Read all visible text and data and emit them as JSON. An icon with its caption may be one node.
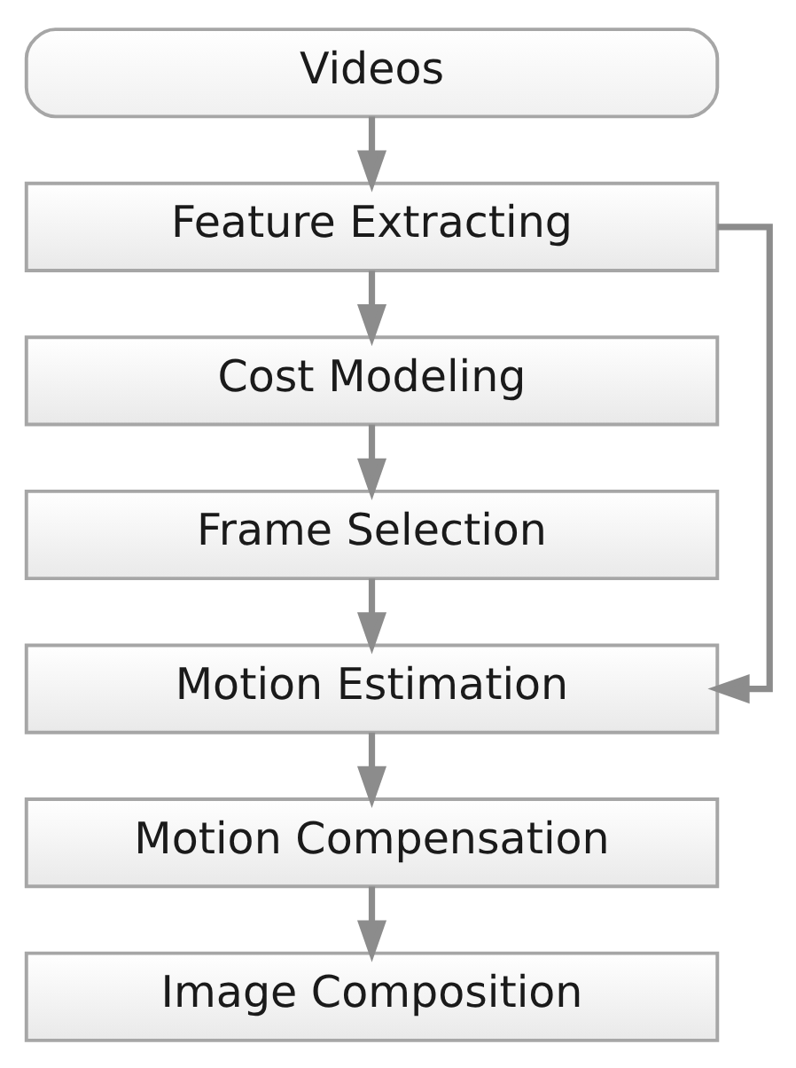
{
  "diagram": {
    "nodes": [
      {
        "text": [
          "Videos"
        ]
      },
      {
        "text": [
          "Feature Extracting"
        ]
      },
      {
        "text": [
          "Cost Modeling"
        ]
      },
      {
        "text": [
          "Frame Selection"
        ]
      },
      {
        "text": [
          "Motion Estimation"
        ]
      },
      {
        "text": [
          "Motion Compensation"
        ]
      },
      {
        "text": [
          "Image Composition"
        ]
      }
    ],
    "edges": [
      {
        "from": 0,
        "to": 1,
        "arrow": "to"
      },
      {
        "from": 1,
        "to": 2,
        "arrow": "to"
      },
      {
        "from": 2,
        "to": 3,
        "arrow": "to"
      },
      {
        "from": 3,
        "to": 4,
        "arrow": "to"
      },
      {
        "from": 4,
        "to": 5,
        "arrow": "to"
      },
      {
        "from": 5,
        "to": 6,
        "arrow": "to"
      },
      {
        "from": 1,
        "to": 4,
        "arrow": "to"
      }
    ]
  }
}
